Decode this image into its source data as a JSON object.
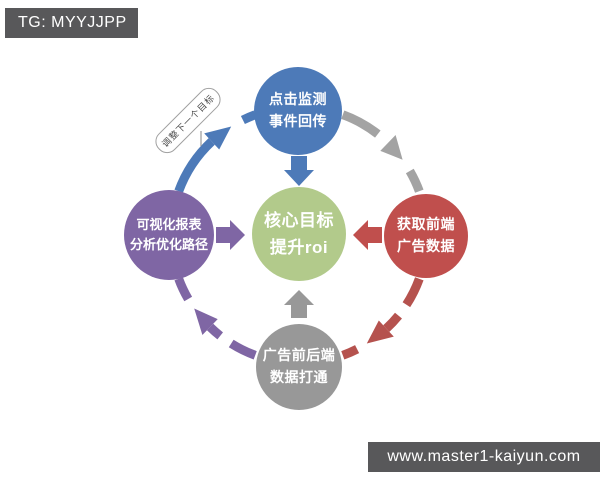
{
  "banners": {
    "top_left": "TG: MYYJJPP",
    "bottom_right": "www.master1-kaiyun.com"
  },
  "diagram": {
    "center": {
      "lines": [
        "核心目标",
        "提升roi"
      ],
      "color": "#b2ca8b"
    },
    "top": {
      "lines": [
        "点击监测",
        "事件回传"
      ],
      "color": "#4d7ab8"
    },
    "right": {
      "lines": [
        "获取前端",
        "广告数据"
      ],
      "color": "#c04f4d"
    },
    "bottom": {
      "lines": [
        "广告前后端",
        "数据打通"
      ],
      "color": "#989898"
    },
    "left": {
      "lines": [
        "可视化报表",
        "分析优化路径"
      ],
      "color": "#7f66a4"
    },
    "loop_label": "调整下一个目标",
    "arc_colors": {
      "top_left": "#4d7ab8",
      "top_right": "#a3a3a3",
      "bottom_right": "#b5524e",
      "bottom_left": "#7f66a4"
    }
  }
}
